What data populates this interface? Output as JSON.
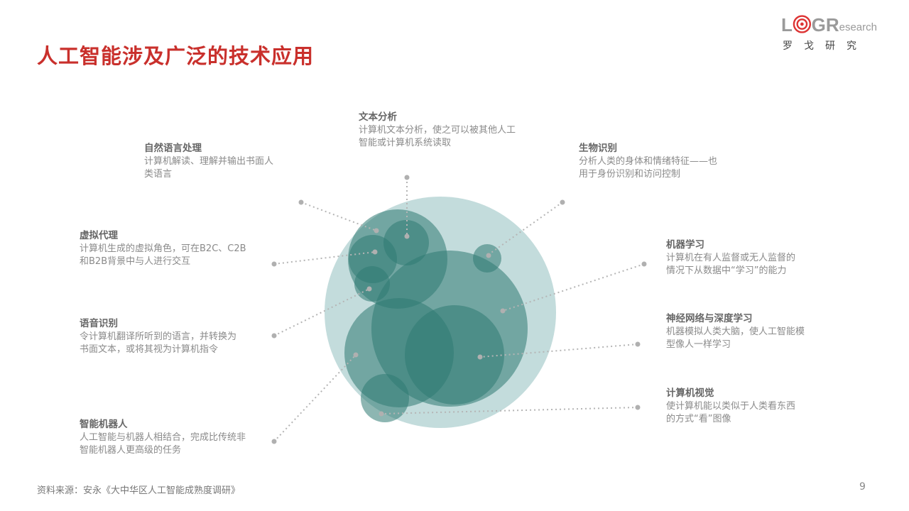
{
  "title": "人工智能涉及广泛的技术应用",
  "logo": {
    "l": "L",
    "g": "G",
    "r": "R",
    "research": "esearch",
    "cn": "罗戈研究"
  },
  "items": [
    {
      "title": "文本分析",
      "desc": [
        "计算机文本分析，使之可以被其他人工",
        "智能或计算机系统读取"
      ]
    },
    {
      "title": "自然语言处理",
      "desc": [
        "计算机解读、理解并输出书面人",
        "类语言"
      ]
    },
    {
      "title": "生物识别",
      "desc": [
        "分析人类的身体和情绪特征——也",
        "用于身份识别和访问控制"
      ]
    },
    {
      "title": "虚拟代理",
      "desc": [
        "计算机生成的虚拟角色，可在B2C、C2B",
        "和B2B背景中与人进行交互"
      ]
    },
    {
      "title": "机器学习",
      "desc": [
        "计算机在有人监督或无人监督的",
        "情况下从数据中“学习”的能力"
      ]
    },
    {
      "title": "语音识别",
      "desc": [
        "令计算机翻译所听到的语言，并转换为",
        "书面文本，或将其视为计算机指令"
      ]
    },
    {
      "title": "神经网络与深度学习",
      "desc": [
        "机器模拟人类大脑，使人工智能模",
        "型像人一样学习"
      ]
    },
    {
      "title": "计算机视觉",
      "desc": [
        "使计算机能以类似于人类看东西",
        "的方式“看”图像"
      ]
    },
    {
      "title": "智能机器人",
      "desc": [
        "人工智能与机器人相结合，完成比传统非",
        "智能机器人更高级的任务"
      ]
    }
  ],
  "source": "资料来源：安永《大中华区人工智能成熟度调研》",
  "page_number": "9",
  "colors": {
    "title": "#c9302c",
    "light": "#c3dcdc",
    "teal": "#2f7a73"
  }
}
